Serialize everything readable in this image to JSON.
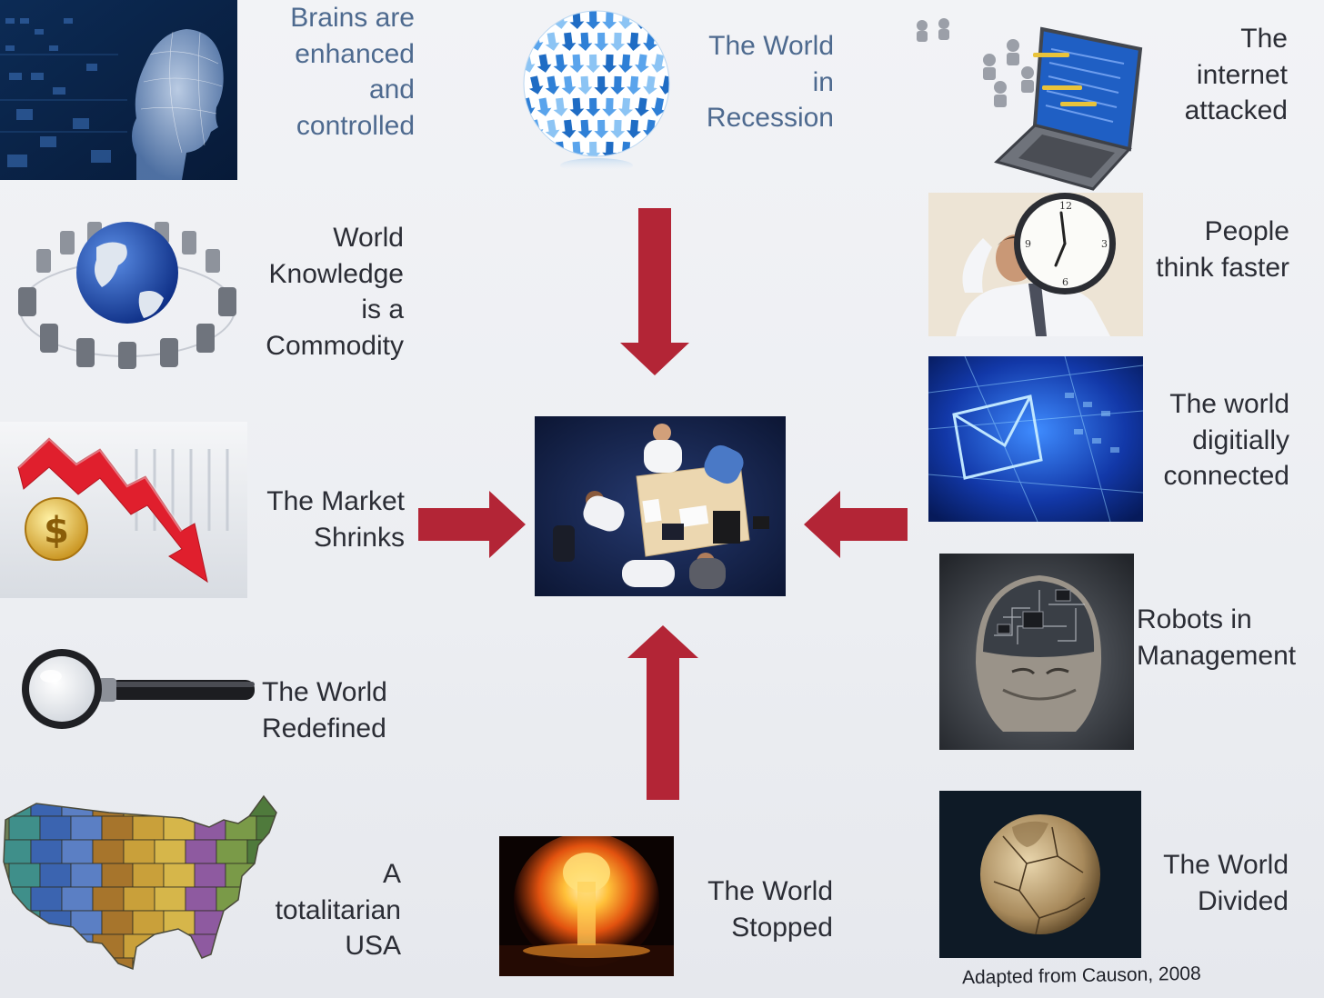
{
  "credit": "Adapted from Causon, 2008",
  "colors": {
    "arrow": "#b32536",
    "text": "#2b2d35",
    "blue_text": "#4e6a8f"
  },
  "center": {
    "icon": "business-meeting-photo"
  },
  "items": [
    {
      "id": "brains",
      "lines": [
        "Brains are",
        "enhanced",
        "and",
        "controlled"
      ],
      "icon": "digital-human-head-image"
    },
    {
      "id": "recession",
      "lines": [
        "The World",
        "in",
        "Recession"
      ],
      "icon": "arrow-globe-image"
    },
    {
      "id": "internet",
      "lines": [
        "The",
        "internet",
        "attacked"
      ],
      "icon": "laptop-robots-image"
    },
    {
      "id": "knowledge",
      "lines": [
        "World",
        "Knowledge",
        "is a",
        "Commodity"
      ],
      "icon": "globe-conference-chairs-image"
    },
    {
      "id": "faster",
      "lines": [
        "People",
        "think faster"
      ],
      "icon": "man-holding-clock-image"
    },
    {
      "id": "market",
      "lines": [
        "The Market",
        "Shrinks"
      ],
      "icon": "falling-chart-coin-image"
    },
    {
      "id": "digital",
      "lines": [
        "The world",
        "digitially",
        "connected"
      ],
      "icon": "digital-envelope-image"
    },
    {
      "id": "redefined",
      "lines": [
        "The World",
        "Redefined"
      ],
      "icon": "magnifying-glass-image"
    },
    {
      "id": "robots",
      "lines": [
        "Robots in",
        "Management"
      ],
      "icon": "circuit-brain-head-image"
    },
    {
      "id": "usa",
      "lines": [
        "A",
        "totalitarian",
        "USA"
      ],
      "icon": "usa-map-image"
    },
    {
      "id": "stopped",
      "lines": [
        "The World",
        "Stopped"
      ],
      "icon": "explosion-image"
    },
    {
      "id": "divided",
      "lines": [
        "The World",
        "Divided"
      ],
      "icon": "cracked-globe-image"
    }
  ]
}
